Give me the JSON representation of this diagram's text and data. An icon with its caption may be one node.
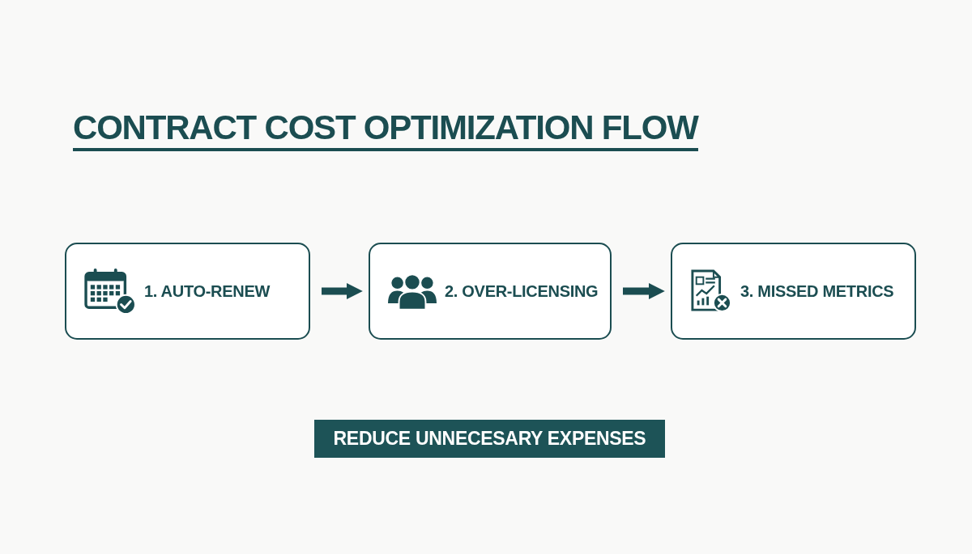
{
  "diagram": {
    "title": "CONTRACT COST OPTIMIZATION FLOW",
    "nodes": [
      {
        "text": [
          "1. AUTO-RENEW"
        ]
      },
      {
        "text": [
          "2. OVER-LICENSING"
        ]
      },
      {
        "text": [
          "3. MISSED METRICS"
        ]
      },
      {
        "text": [
          "REDUCE UNNECESARY EXPENSES"
        ]
      }
    ],
    "edges": [
      {
        "from": 0,
        "to": 1,
        "arrow": "to"
      },
      {
        "from": 1,
        "to": 2,
        "arrow": "to"
      }
    ]
  }
}
